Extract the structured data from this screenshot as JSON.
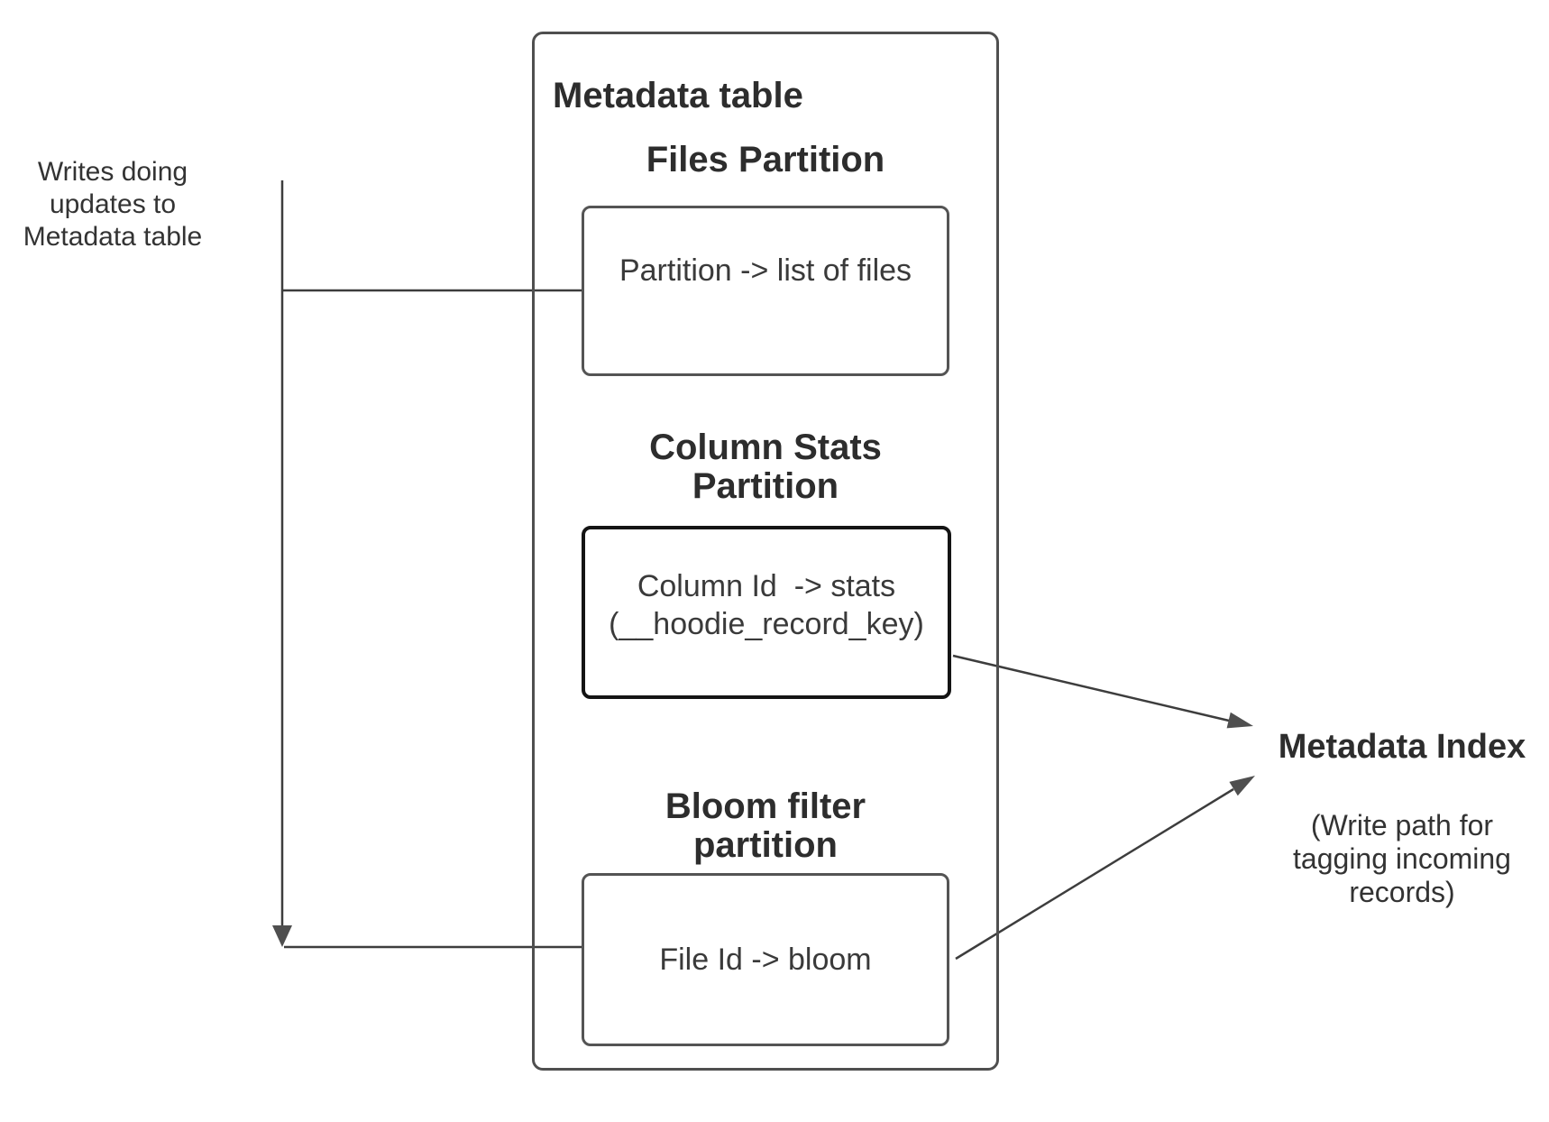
{
  "left_note": {
    "text": "Writes doing\nupdates to\nMetadata table"
  },
  "metadata_table": {
    "title": "Metadata table",
    "sections": [
      {
        "heading": "Files Partition",
        "box_text": "Partition -> list of files"
      },
      {
        "heading": "Column Stats\nPartition",
        "box_text": "Column Id  -> stats\n(__hoodie_record_key)"
      },
      {
        "heading": "Bloom filter\npartition",
        "box_text": "File Id -> bloom"
      }
    ]
  },
  "metadata_index": {
    "title": "Metadata Index",
    "subtitle": "(Write path for\ntagging incoming\nrecords)"
  },
  "colors": {
    "background": "#ffffff",
    "box_border_gray": "#4f4f4f",
    "box_border_black": "#141414",
    "connector_line": "#3d3d3d",
    "arrowhead_fill": "#4f4f4f",
    "heading_text": "#2d2d2d",
    "body_text": "#3a3a3a"
  }
}
